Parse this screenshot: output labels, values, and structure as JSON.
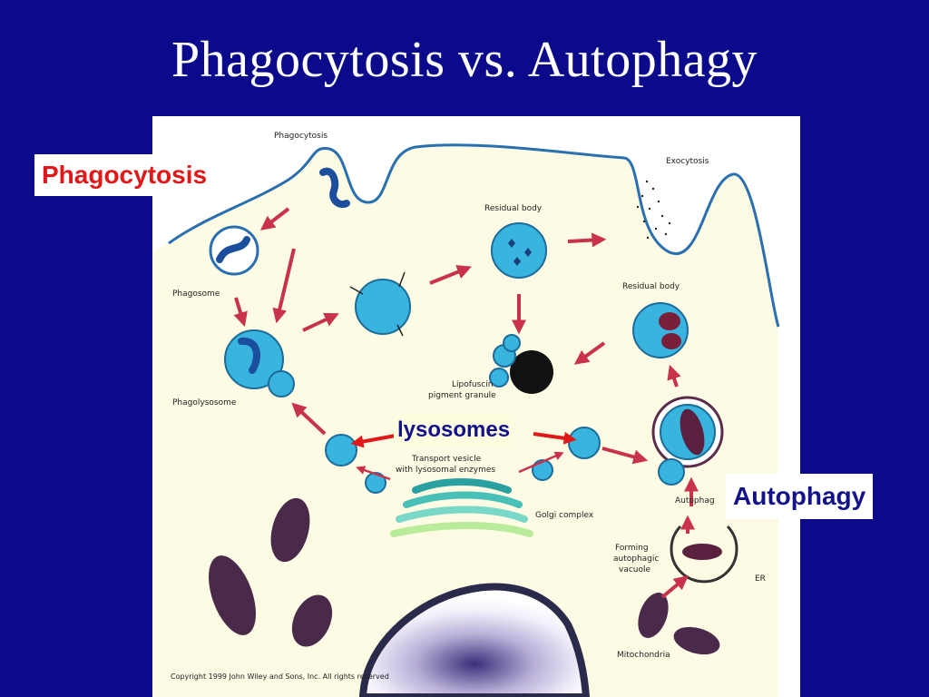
{
  "slide": {
    "title": "Phagocytosis vs. Autophagy",
    "callouts": {
      "phagocytosis": "Phagocytosis",
      "autophagy": "Autophagy",
      "lysosomes": "lysosomes"
    }
  },
  "diagram": {
    "labels": {
      "phagocytosis": "Phagocytosis",
      "exocytosis": "Exocytosis",
      "residual_body_top": "Residual body",
      "residual_body_right": "Residual body",
      "phagosome": "Phagosome",
      "phagolysosome": "Phagolysosome",
      "lipofuscin_1": "Lipofuscin",
      "lipofuscin_2": "pigment granule",
      "transport_1": "Transport vesicle",
      "transport_2": "with lysosomal enzymes",
      "golgi": "Golgi complex",
      "autophagosome": "Autophag",
      "forming_1": "Forming",
      "forming_2": "autophagic",
      "forming_3": "vacuole",
      "er": "ER",
      "mitochondria": "Mitochondria",
      "copyright": "Copyright 1999 John Wiley and Sons, Inc. All rights reserved"
    }
  },
  "colors": {
    "background": "#0a0a8a",
    "cytoplasm": "#fdfbe4",
    "membrane": "#2a6fb0",
    "vesicle": "#38b4de",
    "arrow": "#c8324a",
    "callout_red": "#e01818",
    "callout_blue": "#12128a"
  }
}
